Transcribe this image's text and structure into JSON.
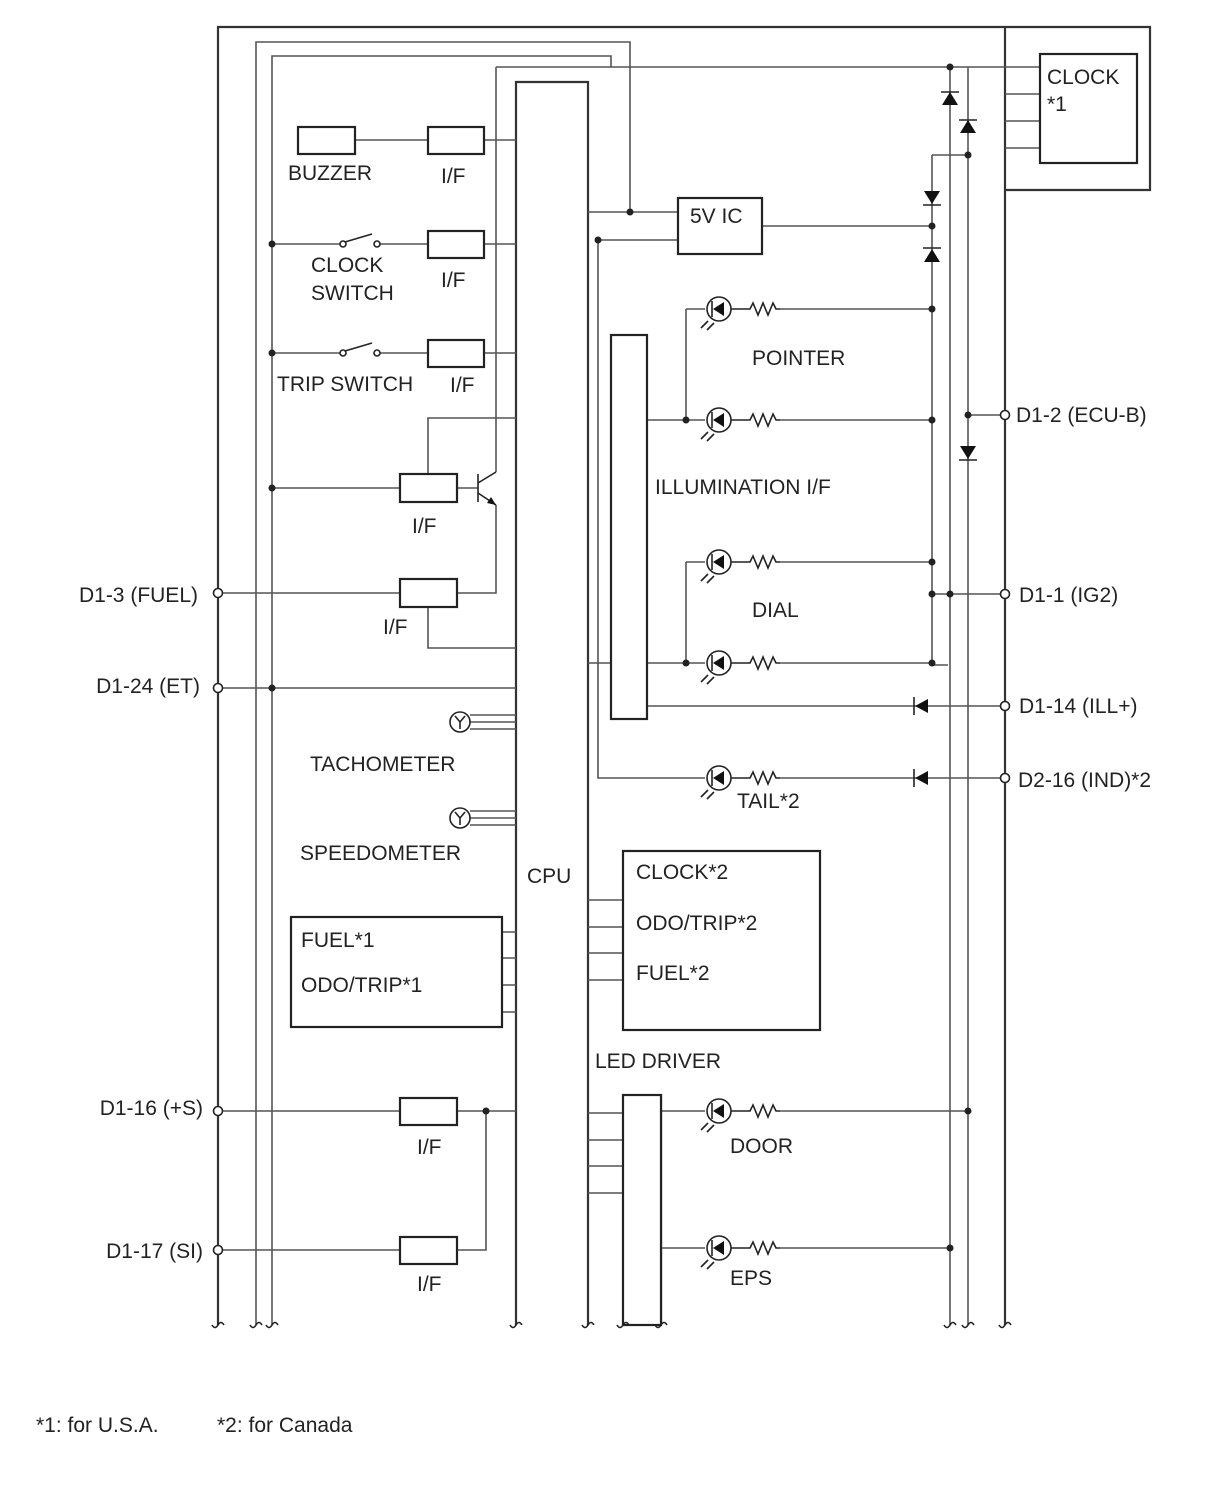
{
  "blocks": {
    "buzzer": "BUZZER",
    "if": "I/F",
    "clock_switch": [
      "CLOCK",
      "SWITCH"
    ],
    "trip_switch": "TRIP SWITCH",
    "tachometer": "TACHOMETER",
    "speedometer": "SPEEDOMETER",
    "cpu": "CPU",
    "fuel1": "FUEL*1",
    "odo_trip1": "ODO/TRIP*1",
    "five_v_ic": "5V IC",
    "illumination_if": "ILLUMINATION I/F",
    "pointer": "POINTER",
    "dial": "DIAL",
    "tail2": "TAIL*2",
    "clock2": "CLOCK*2",
    "odo_trip2": "ODO/TRIP*2",
    "fuel2": "FUEL*2",
    "led_driver": "LED DRIVER",
    "door": "DOOR",
    "eps": "EPS",
    "clock1": [
      "CLOCK",
      "*1"
    ]
  },
  "terminals": {
    "fuel": "D1-3 (FUEL)",
    "et": "D1-24 (ET)",
    "plus_s": "D1-16 (+S)",
    "si": "D1-17 (SI)",
    "ecu_b": "D1-2 (ECU-B)",
    "ig2": "D1-1 (IG2)",
    "ill_plus": "D1-14 (ILL+)",
    "ind2": "D2-16 (IND)*2"
  },
  "footnotes": {
    "note1": "*1: for U.S.A.",
    "note2": "*2: for Canada"
  },
  "colors": {
    "line": "#333333",
    "text": "#222222",
    "background": "#ffffff"
  }
}
